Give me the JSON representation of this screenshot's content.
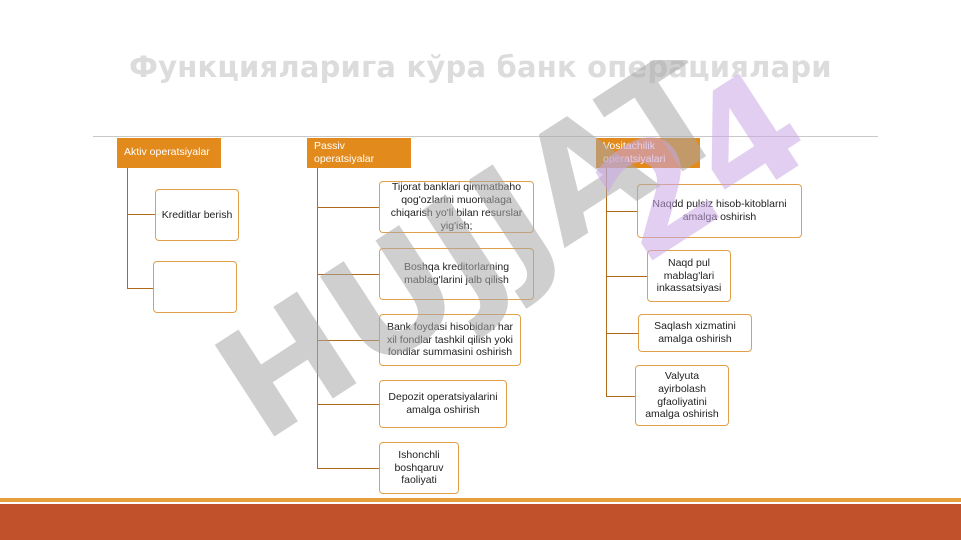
{
  "title": "Функцияларига кўра банк операциялари",
  "watermark": "HUJJAT.24",
  "columns": [
    {
      "header": "Aktiv operatsiyalar",
      "items": [
        "Kreditlar berish",
        ""
      ]
    },
    {
      "header": "Passiv operatsiyalar",
      "items": [
        "Tijorat banklari qimmatbaho qog'ozlarini muomalaga chiqarish yo'li bilan resurslar yig'ish;",
        "Boshqa kreditorlarning mablag'larini jalb qilish",
        "Bank foydasi hisobidan har xil fondlar tashkil qilish yoki fondlar summasini oshirish",
        "Depozit operatsiyalarini amalga oshirish",
        "Ishonchli boshqaruv faoliyati"
      ]
    },
    {
      "header": "Vositachilik operatsiyalari",
      "items": [
        "Naqdd pulsiz hisob-kitoblarni amalga oshirish",
        "Naqd pul mablag'lari inkassatsiyasi",
        "Saqlash xizmatini amalga oshirish",
        "Valyuta ayirbolash gfaoliyatini amalga oshirish"
      ]
    }
  ],
  "colors": {
    "header_fill": "#e38a1d",
    "item_border": "#e0a04a",
    "footer": "#c1512a",
    "watermark_gray": "#a8a8a8",
    "watermark_purple": "#c9a6e6"
  }
}
